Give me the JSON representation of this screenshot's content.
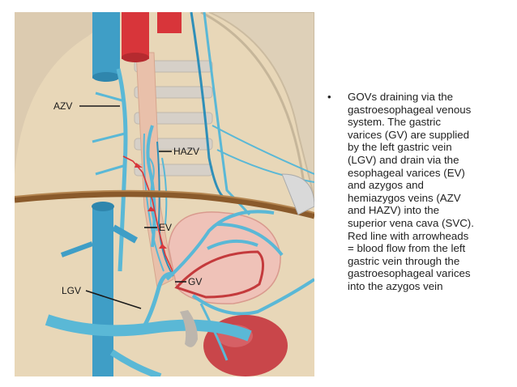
{
  "figure": {
    "labels": {
      "azv": "AZV",
      "hazv": "HAZV",
      "ev": "EV",
      "gv": "GV",
      "lgv": "LGV"
    },
    "colors": {
      "background": "#e8d7b8",
      "vein_blue": "#5ab8d6",
      "vein_dark": "#2f8fb8",
      "svc_blue": "#3f9ec6",
      "artery_red": "#d8353a",
      "stomach_pink": "#efc2b8",
      "spleen_red": "#c9464a",
      "diaphragm_brown": "#8a5a2b",
      "rib_gray": "#cfc7bd",
      "esophagus": "#e6b8a2"
    }
  },
  "caption": {
    "bullet": "•",
    "text": "GOVs draining via the\ngastroesophageal venous\nsystem. The gastric\nvarices (GV) are supplied\nby the left gastric vein\n(LGV) and drain via the\nesophageal varices (EV)\nand azygos and\nhemiazygos veins (AZV\nand HAZV) into the\nsuperior vena cava (SVC).\nRed line with arrowheads\n= blood flow from the left\ngastric vein through the\ngastroesophageal varices\ninto the azygos vein"
  }
}
